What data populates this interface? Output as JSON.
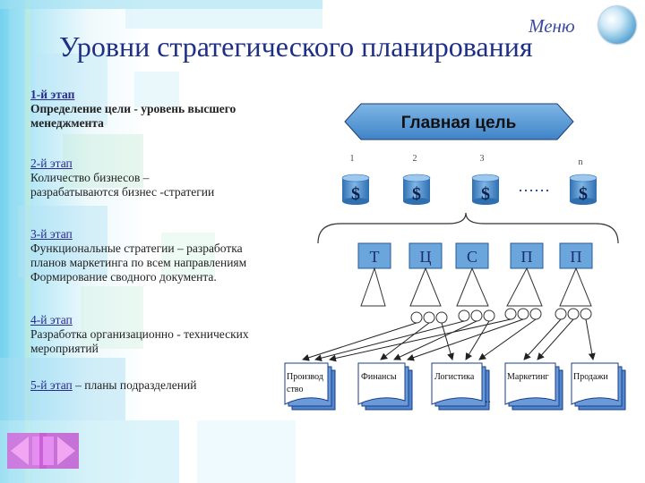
{
  "header": {
    "menu_label": "Меню",
    "title": "Уровни стратегического планирования"
  },
  "stages": [
    {
      "label": "1-й этап",
      "text_lines": [
        "Определение цели - уровень высшего",
        "менеджмента"
      ]
    },
    {
      "label": "2-й этап",
      "text_lines": [
        "Количество бизнесов –",
        "разрабатываются бизнес -стратегии"
      ]
    },
    {
      "label": "3-й этап",
      "text_lines": [
        "Функциональные стратегии – разработка",
        "планов маркетинга по всем направлениям",
        "Формирование сводного документа."
      ]
    },
    {
      "label": "4-й этап",
      "text_lines": [
        "Разработка организационно - технических",
        "мероприятий"
      ]
    },
    {
      "label": "5-й этап",
      "suffix": " – планы подразделений"
    }
  ],
  "diagram": {
    "main_goal": "Главная цель",
    "business_numbers": [
      "1",
      "2",
      "3",
      "n"
    ],
    "business_symbol": "$",
    "ellipsis": "……",
    "functions": [
      "Т",
      "Ц",
      "С",
      "П",
      "П"
    ],
    "documents": [
      {
        "lines": [
          "Производ",
          "ство"
        ]
      },
      {
        "lines": [
          "Финансы"
        ]
      },
      {
        "lines": [
          "Логистика"
        ]
      },
      {
        "lines": [
          "Маркетинг"
        ]
      },
      {
        "lines": [
          "Продажи"
        ]
      }
    ],
    "doc_ellipsis": ".."
  },
  "colors": {
    "title": "#1e2f86",
    "hex_fill": "#5b9bd5",
    "cyl_fill": "#4f8fd0",
    "func_fill": "#6aa5dc",
    "func_text": "#1c2c6e",
    "doc_fill": "#6a9bd8",
    "background_accent": "#79d4f0"
  },
  "nav": {
    "back": "back-arrow-icon",
    "forward": "forward-arrow-icon"
  }
}
